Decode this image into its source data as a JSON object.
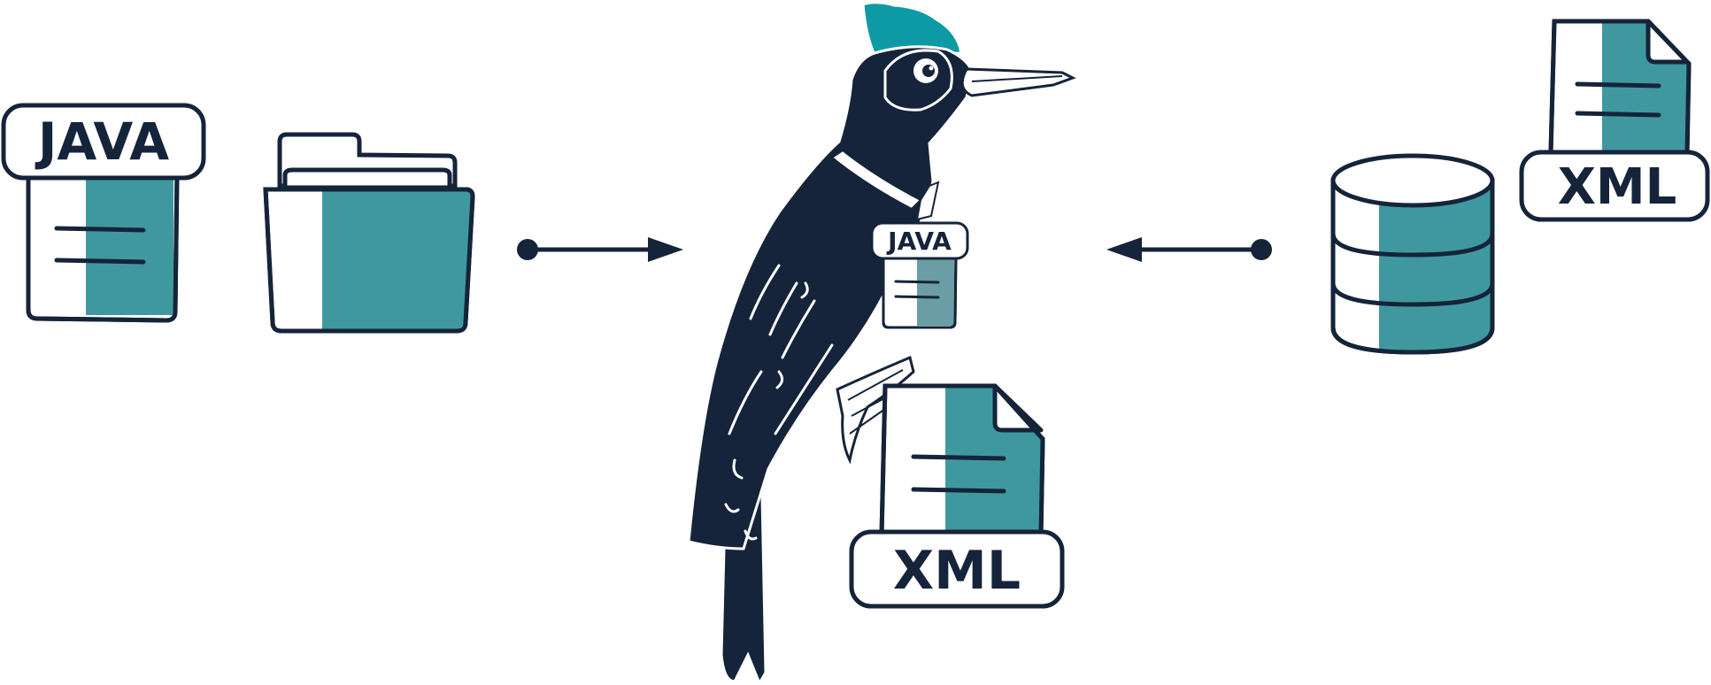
{
  "labels": {
    "java_file": "JAVA",
    "java_tag": "JAVA",
    "xml_file_center": "XML",
    "xml_file_right": "XML"
  },
  "colors": {
    "navy": "#15243a",
    "teal": "#3f98a0",
    "crest": "#0e9aa4",
    "tag_teal": "#6a9ea4",
    "white": "#ffffff"
  },
  "icons": [
    "java-file-icon",
    "folder-icon",
    "arrow-right-icon",
    "woodpecker-icon",
    "java-tag-icon",
    "xml-file-icon",
    "arrow-left-icon",
    "database-icon"
  ]
}
